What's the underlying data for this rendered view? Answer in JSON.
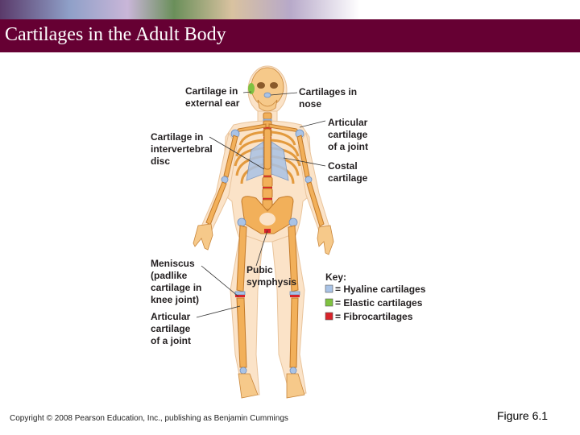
{
  "slide": {
    "title": "Cartilages in the Adult Body",
    "copyright": "Copyright © 2008 Pearson Education, Inc., publishing as Benjamin Cummings",
    "figure": "Figure 6.1"
  },
  "labels": {
    "ear": [
      "Cartilage in",
      "external ear"
    ],
    "nose": [
      "Cartilages in",
      "nose"
    ],
    "articular_upper": [
      "Articular",
      "cartilage",
      "of a joint"
    ],
    "costal": [
      "Costal",
      "cartilage"
    ],
    "intervertebral": [
      "Cartilage in",
      "intervertebral",
      "disc"
    ],
    "meniscus": [
      "Meniscus",
      "(padlike",
      "cartilage in",
      "knee joint)"
    ],
    "pubic": [
      "Pubic",
      "symphysis"
    ],
    "articular_lower": [
      "Articular",
      "cartilage",
      "of a joint"
    ]
  },
  "key": {
    "title": "Key:",
    "items": [
      {
        "label": "= Hyaline cartilages",
        "color": "#a9c3e6"
      },
      {
        "label": "= Elastic cartilages",
        "color": "#7fc241"
      },
      {
        "label": "= Fibrocartilages",
        "color": "#d8232a"
      }
    ]
  },
  "colors": {
    "title_bar": "#660033",
    "bone": "#f2b05a",
    "skin": "#fbe3c8"
  }
}
